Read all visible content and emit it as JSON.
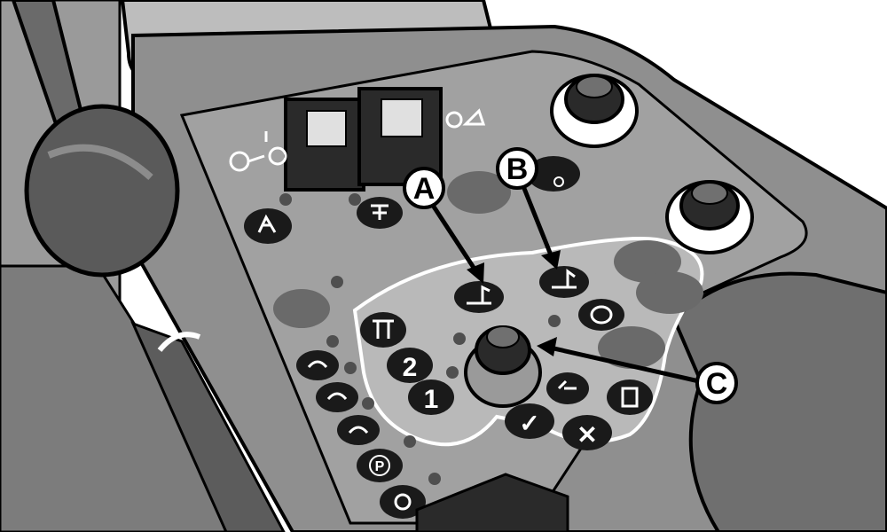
{
  "callouts": {
    "a": "A",
    "b": "B",
    "c": "C"
  },
  "buttons": {
    "range_2": "2",
    "range_1": "1",
    "park": "P",
    "confirm": "✓",
    "cancel": "✕"
  },
  "colors": {
    "console": "#8f8f8f",
    "console_dark": "#6a6a6a",
    "button": "#1a1a1a",
    "zone": "#b9b9b9",
    "indicator": "#4f4f4f",
    "outline": "#000000"
  },
  "icons": [
    "hitch-icon",
    "pto-icon",
    "ignition-icon",
    "implement-icon",
    "implement-lift-icon",
    "implement-lower-icon",
    "steering-wheel-icon",
    "hitch-raise-icon",
    "rabbit-icon",
    "turtle-icon",
    "settings-icon",
    "info-icon",
    "engine-icon"
  ]
}
